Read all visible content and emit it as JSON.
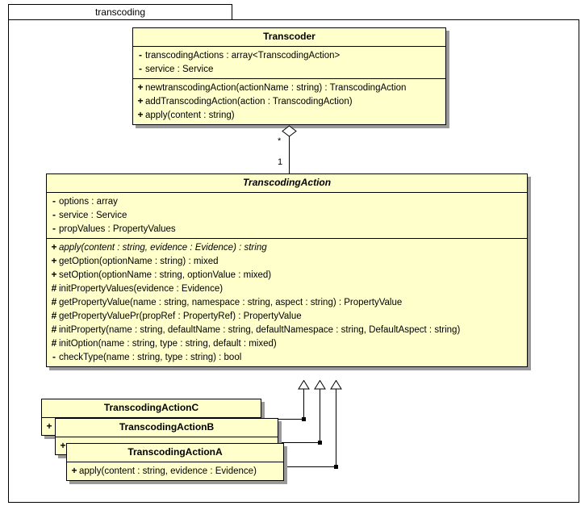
{
  "package": {
    "name": "transcoding"
  },
  "classes": {
    "transcoder": {
      "name": "Transcoder",
      "abstract": false,
      "attributes": [
        {
          "visibility": "-",
          "signature": "transcodingActions : array<TranscodingAction>"
        },
        {
          "visibility": "-",
          "signature": "service : Service"
        }
      ],
      "operations": [
        {
          "visibility": "+",
          "signature": "newtranscodingAction(actionName : string) : TranscodingAction",
          "abstract": false
        },
        {
          "visibility": "+",
          "signature": "addTranscodingAction(action : TranscodingAction)",
          "abstract": false
        },
        {
          "visibility": "+",
          "signature": "apply(content : string)",
          "abstract": false
        }
      ]
    },
    "transcoding_action": {
      "name": "TranscodingAction",
      "abstract": true,
      "attributes": [
        {
          "visibility": "-",
          "signature": "options : array"
        },
        {
          "visibility": "-",
          "signature": "service : Service"
        },
        {
          "visibility": "-",
          "signature": "propValues : PropertyValues"
        }
      ],
      "operations": [
        {
          "visibility": "+",
          "signature": "apply(content : string, evidence : Evidence) : string",
          "abstract": true
        },
        {
          "visibility": "+",
          "signature": "getOption(optionName : string) : mixed",
          "abstract": false
        },
        {
          "visibility": "+",
          "signature": "setOption(optionName : string, optionValue : mixed)",
          "abstract": false
        },
        {
          "visibility": "#",
          "signature": "initPropertyValues(evidence : Evidence)",
          "abstract": false
        },
        {
          "visibility": "#",
          "signature": "getPropertyValue(name : string, namespace : string, aspect : string) : PropertyValue",
          "abstract": false
        },
        {
          "visibility": "#",
          "signature": "getPropertyValuePr(propRef : PropertyRef) : PropertyValue",
          "abstract": false
        },
        {
          "visibility": "#",
          "signature": "initProperty(name : string, defaultName : string, defaultNamespace : string, DefaultAspect : string)",
          "abstract": false
        },
        {
          "visibility": "#",
          "signature": "initOption(name : string, type : string, default : mixed)",
          "abstract": false
        },
        {
          "visibility": "-",
          "signature": "checkType(name : string, type : string) : bool",
          "abstract": false
        }
      ]
    },
    "transcoding_action_c": {
      "name": "TranscodingActionC",
      "abstract": false,
      "attributes": [],
      "operations": [
        {
          "visibility": "+",
          "signature": "",
          "abstract": false
        }
      ]
    },
    "transcoding_action_b": {
      "name": "TranscodingActionB",
      "abstract": false,
      "attributes": [],
      "operations": [
        {
          "visibility": "+",
          "signature": "",
          "abstract": false
        }
      ]
    },
    "transcoding_action_a": {
      "name": "TranscodingActionA",
      "abstract": false,
      "attributes": [],
      "operations": [
        {
          "visibility": "+",
          "signature": "apply(content : string, evidence : Evidence)",
          "abstract": false
        }
      ]
    }
  },
  "relationships": {
    "aggregation": {
      "type": "aggregation",
      "from": "Transcoder",
      "to": "TranscodingAction",
      "source_multiplicity": "*",
      "target_multiplicity": "1"
    },
    "generalizations": [
      {
        "type": "generalization",
        "from": "TranscodingActionC",
        "to": "TranscodingAction"
      },
      {
        "type": "generalization",
        "from": "TranscodingActionB",
        "to": "TranscodingAction"
      },
      {
        "type": "generalization",
        "from": "TranscodingActionA",
        "to": "TranscodingAction"
      }
    ]
  },
  "colors": {
    "class_fill": "#FFFFCC",
    "class_border": "#000000",
    "shadow": "#9A9A9A",
    "canvas": "#FFFFFF"
  }
}
